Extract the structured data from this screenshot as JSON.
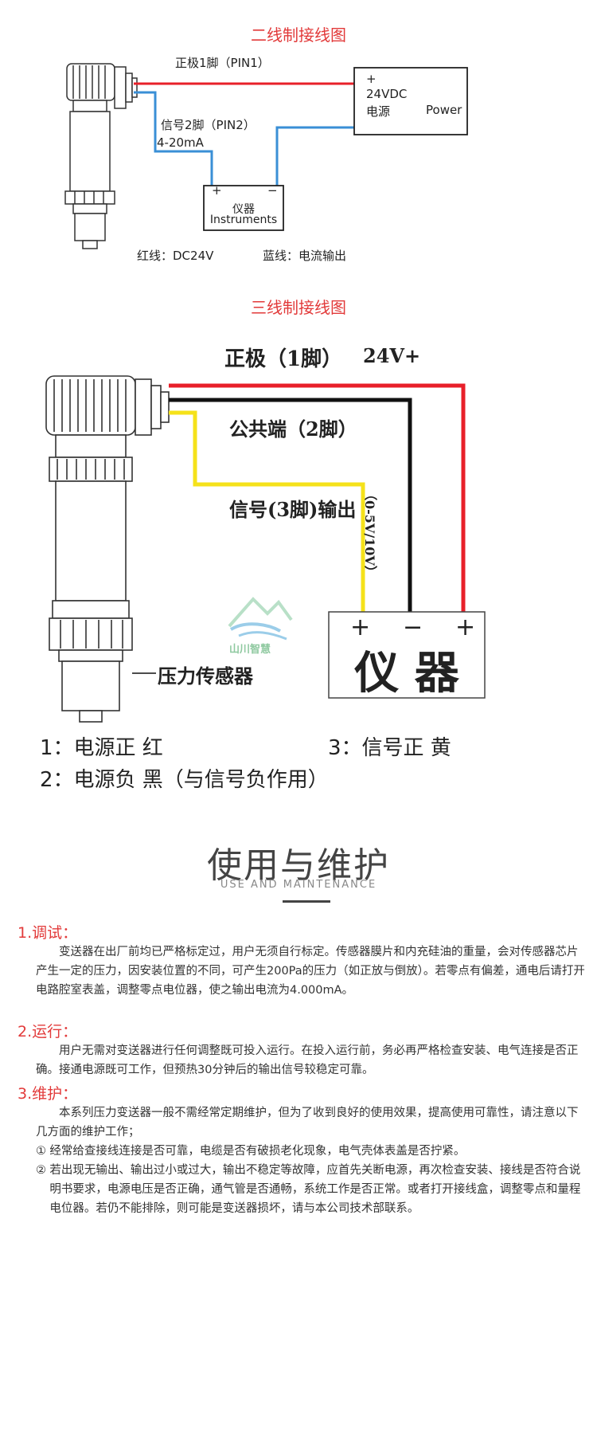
{
  "two_wire": {
    "title": "二线制接线图",
    "pin1_label": "正极1脚（PIN1）",
    "pin2_label": "信号2脚（PIN2）",
    "current_label": "4-20mA",
    "power_box": {
      "plus": "+",
      "voltage": "24VDC",
      "name_cn": "电源",
      "name_en": "Power"
    },
    "instrument_box": {
      "plus": "+",
      "minus": "−",
      "name_cn": "仪器",
      "name_en": "Instruments"
    },
    "red_wire_note": "红线：DC24V",
    "blue_wire_note": "蓝线：电流输出",
    "colors": {
      "red": "#e8202a",
      "blue": "#3a8fd6"
    }
  },
  "three_wire": {
    "title": "三线制接线图",
    "positive_label": "正极（1脚）",
    "voltage_label": "24V+",
    "common_label": "公共端（2脚）",
    "signal_label": "信号(3脚)输出",
    "range_label": "（0-5V/10V）",
    "instrument_box": {
      "plus_left": "+",
      "minus": "−",
      "plus_right": "+",
      "name": "仪 器"
    },
    "sensor_label": "压力传感器",
    "watermark": "山川智慧",
    "colors": {
      "red": "#e8202a",
      "black": "#111111",
      "yellow": "#f5e21a"
    }
  },
  "legend": {
    "item1": "1：电源正  红",
    "item3": "3：信号正  黄",
    "item2": "2：电源负  黑（与信号负作用）"
  },
  "maintenance": {
    "heading": "使用与维护",
    "subheading": "USE AND MAINTENANCE",
    "sections": [
      {
        "title": "1.调试：",
        "paragraphs": [
          "变送器在出厂前均已严格标定过，用户无须自行标定。传感器膜片和内充硅油的重量，会对传感器芯片产生一定的压力，因安装位置的不同，可产生200Pa的压力（如正放与倒放）。若零点有偏差，通电后请打开电路腔室表盖，调整零点电位器，使之输出电流为4.000mA。"
        ]
      },
      {
        "title": "2.运行：",
        "paragraphs": [
          "用户无需对变送器进行任何调整既可投入运行。在投入运行前，务必再严格检查安装、电气连接是否正确。接通电源既可工作，但预热30分钟后的输出信号较稳定可靠。"
        ]
      },
      {
        "title": "3.维护：",
        "paragraphs": [
          "本系列压力变送器一般不需经常定期维护，但为了收到良好的使用效果，提高使用可靠性，请注意以下几方面的维护工作；"
        ],
        "items": [
          {
            "num": "①",
            "text": "经常给查接线连接是否可靠，电缆是否有破损老化现象，电气壳体表盖是否拧紧。"
          },
          {
            "num": "②",
            "text": "若出现无输出、输出过小或过大，输出不稳定等故障，应首先关断电源，再次检查安装、接线是否符合说明书要求，电源电压是否正确，通气管是否通畅，系统工作是否正常。或者打开接线盒，调整零点和量程电位器。若仍不能排除，则可能是变送器损坏，请与本公司技术部联系。"
          }
        ]
      }
    ]
  }
}
